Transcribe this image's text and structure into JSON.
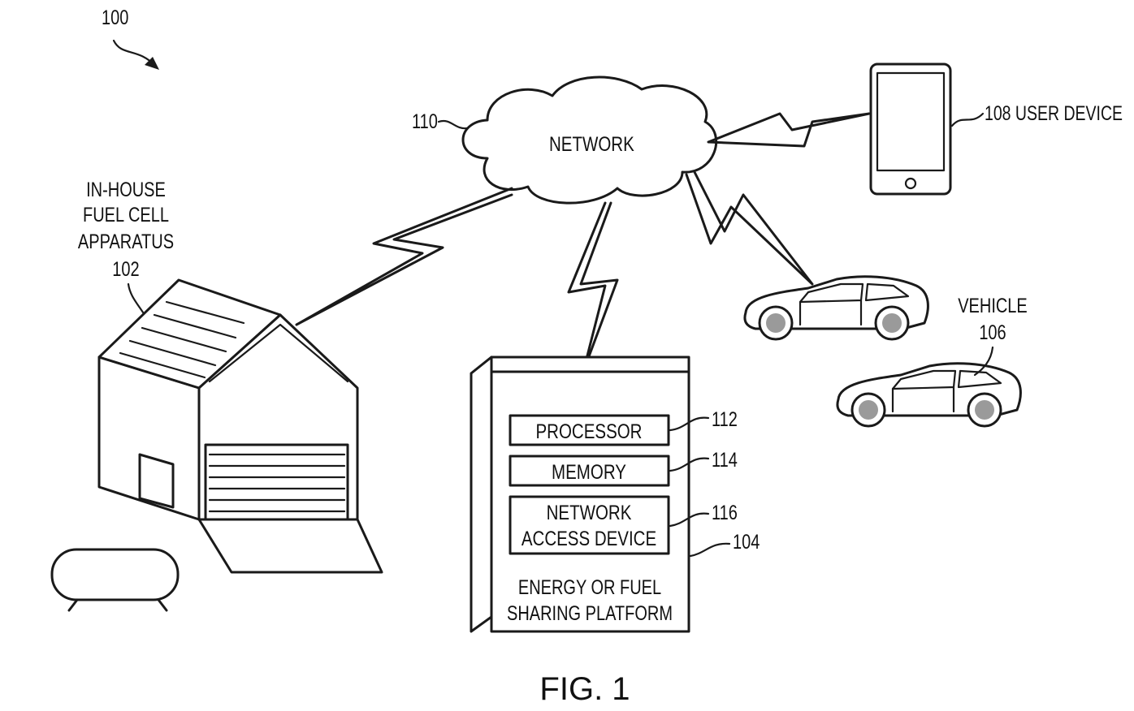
{
  "figure_ref": "100",
  "network": {
    "ref": "110",
    "label": "NETWORK"
  },
  "user_device": {
    "label": "108 USER DEVICE"
  },
  "fuel_cell": {
    "line1": "IN-HOUSE",
    "line2": "FUEL CELL",
    "line3": "APPARATUS",
    "ref": "102"
  },
  "vehicle": {
    "label": "VEHICLE",
    "ref": "106"
  },
  "platform": {
    "ref": "104",
    "processor": {
      "label": "PROCESSOR",
      "ref": "112"
    },
    "memory": {
      "label": "MEMORY",
      "ref": "114"
    },
    "network_access": {
      "line1": "NETWORK",
      "line2": "ACCESS DEVICE",
      "ref": "116"
    },
    "title_line1": "ENERGY OR FUEL",
    "title_line2": "SHARING PLATFORM"
  },
  "caption": "FIG. 1"
}
